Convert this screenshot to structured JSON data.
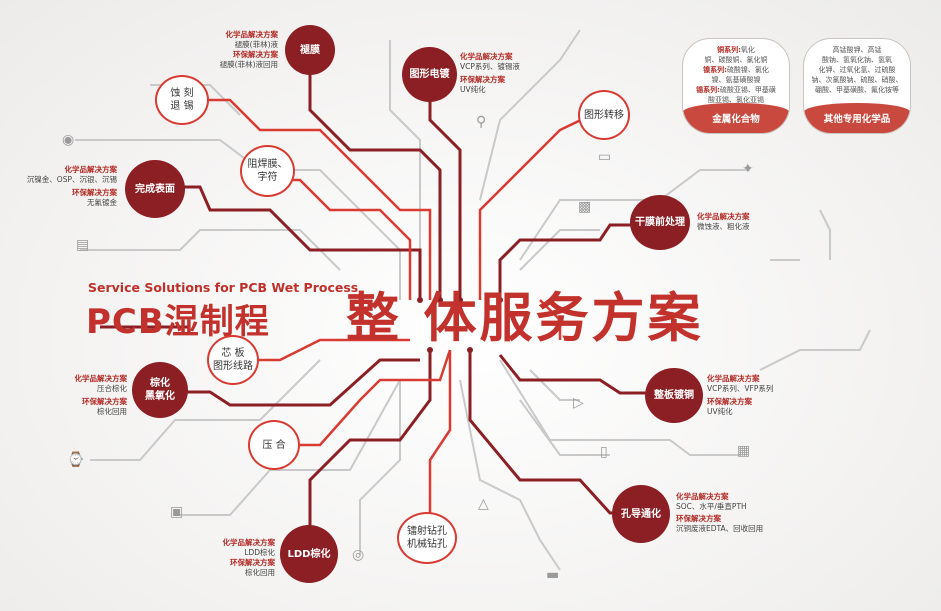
{
  "heading": {
    "en": "Service Solutions for PCB Wet Process",
    "cn_small": "PCB湿制程",
    "cn_big": "整 体服务方案"
  },
  "nodes": {
    "film_remove": "褪膜",
    "pattern_plate": "图形电镀",
    "finish": "完成表面",
    "dry_pre": "干膜前处理",
    "brown_black": [
      "棕化",
      "黑氧化"
    ],
    "panel_plate": "整板镀铜",
    "ldd": "LDD棕化",
    "hole": "孔导通化"
  },
  "bubbles": {
    "etch": [
      "蚀 刻",
      "退 锡"
    ],
    "solder": [
      "阻焊膜、",
      "字符"
    ],
    "transfer": "图形转移",
    "core": [
      "芯 板",
      "图形线路"
    ],
    "press": "压 合",
    "drill": [
      "镭射钻孔",
      "机械钻孔"
    ]
  },
  "info": {
    "film_remove": {
      "chem_hd": "化学品解决方案",
      "chem": "褪膜(菲林)液",
      "env_hd": "环保解决方案",
      "env": "褪膜(菲林)液回用"
    },
    "pattern_plate": {
      "chem_hd": "化学品解决方案",
      "chem": "VCP系列、镀锡液",
      "env_hd": "环保解决方案",
      "env": "UV纯化"
    },
    "finish": {
      "chem_hd": "化学品解决方案",
      "chem": "沉镍金、OSP、沉银、沉锡",
      "env_hd": "环保解决方案",
      "env": "无氰镀金"
    },
    "dry_pre": {
      "chem_hd": "化学品解决方案",
      "chem": "微蚀液、粗化液"
    },
    "brown_black": {
      "chem_hd": "化学品解决方案",
      "chem": "压合棕化",
      "env_hd": "环保解决方案",
      "env": "棕化回用"
    },
    "panel_plate": {
      "chem_hd": "化学品解决方案",
      "chem": "VCP系列、VFP系列",
      "env_hd": "环保解决方案",
      "env": "UV纯化"
    },
    "ldd": {
      "chem_hd": "化学品解决方案",
      "chem": "LDD棕化",
      "env_hd": "环保解决方案",
      "env": "棕化回用"
    },
    "hole": {
      "chem_hd": "化学品解决方案",
      "chem": "SOC、水平/垂直PTH",
      "env_hd": "环保解决方案",
      "env": "沉铜废液EDTA、回收回用"
    }
  },
  "cards": [
    {
      "lines": [
        {
          "hd": "铜系列:",
          "text": "氧化"
        },
        {
          "hd": "",
          "text": "铜、碳酸铜、氯化铜"
        },
        {
          "hd": "镍系列:",
          "text": "硫酸镍、氯化"
        },
        {
          "hd": "",
          "text": "镍、氨基磺酸镍"
        },
        {
          "hd": "锡系列:",
          "text": "硫酸亚锡、甲基磺"
        },
        {
          "hd": "",
          "text": "酸亚锡、氯化亚锡"
        }
      ],
      "title": "金属化合物"
    },
    {
      "lines": [
        {
          "hd": "",
          "text": "高锰酸钾、高锰"
        },
        {
          "hd": "",
          "text": "酸钠、氢氧化钠、氢氧"
        },
        {
          "hd": "",
          "text": "化钾、过氧化氢、过硫酸"
        },
        {
          "hd": "",
          "text": "钠、次氯酸钠、硫酸、硝酸、"
        },
        {
          "hd": "",
          "text": "硼酸、甲基磺酸、氟化铵等"
        }
      ],
      "title": "其他专用化学品"
    }
  ],
  "icons": [
    "camera-icon",
    "laptop-icon",
    "watch-icon",
    "monitor-icon",
    "globe-icon",
    "phone-icon",
    "tablet-icon",
    "satellite-icon",
    "chip-icon",
    "microscope-icon",
    "flask-icon",
    "usb-icon",
    "media-player-icon",
    "ram-icon"
  ],
  "colors": {
    "dark_red": "#8c1f24",
    "red": "#d93a32",
    "gray_line": "#c4c4c4"
  }
}
